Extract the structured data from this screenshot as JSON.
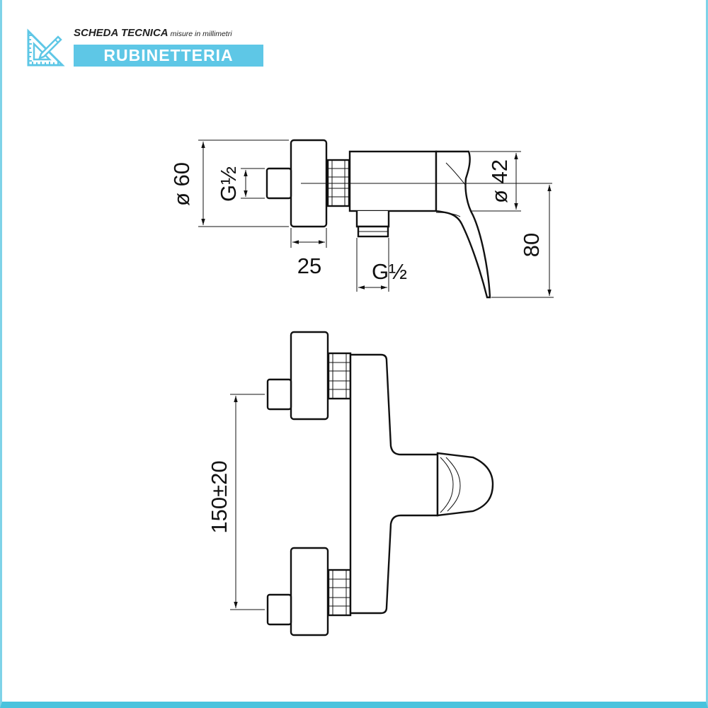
{
  "header": {
    "title": "SCHEDA TECNICA",
    "subtitle": "misure in millimetri",
    "category": "RUBINETTERIA"
  },
  "icons": {
    "logo": "ruler-pencil-icon"
  },
  "colors": {
    "accent": "#5ec7e6",
    "frame": "#49c3dd",
    "line": "#111111"
  },
  "side_view": {
    "dim_diameter_60": "ø 60",
    "dim_thread_left": "G½",
    "dim_25": "25",
    "dim_thread_bottom": "G½",
    "dim_diameter_42": "ø 42",
    "dim_80": "80"
  },
  "front_view": {
    "dim_centres": "150±20"
  }
}
